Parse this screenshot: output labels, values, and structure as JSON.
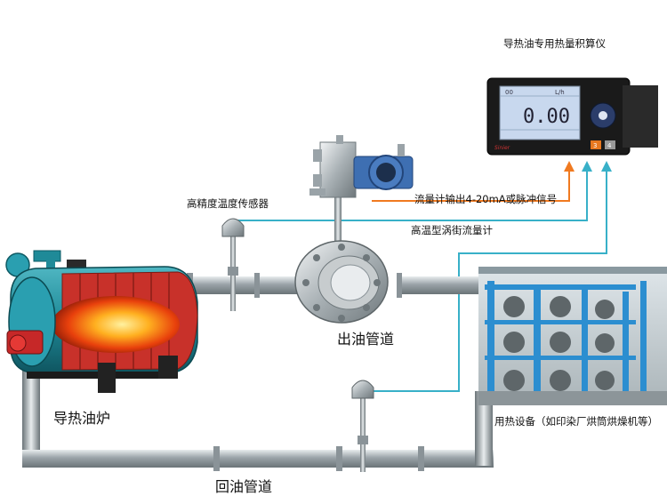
{
  "title": "导热油专用热量积算仪",
  "labels": {
    "signal": "流量计输出4-20mA或脉冲信号",
    "temp_sensor": "高精度温度传感器",
    "flowmeter": "高温型涡街流量计",
    "outlet_pipe": "出油管道",
    "furnace": "导热油炉",
    "equipment": "用热设备（如印染厂烘筒烘燥机等）",
    "return_pipe": "回油管道"
  },
  "display": {
    "reading": "0.00",
    "top_left": "00",
    "top_right": "L/h",
    "brand": "Sinier",
    "key_left": "3",
    "key_right": "4"
  },
  "colors": {
    "signal_orange": "#f07a20",
    "signal_cyan": "#38b0c8",
    "pipe": "#b4bcc0",
    "furnace_red": "#c82a22",
    "furnace_teal": "#1f8a98",
    "display_screen": "#c8d8ee"
  }
}
